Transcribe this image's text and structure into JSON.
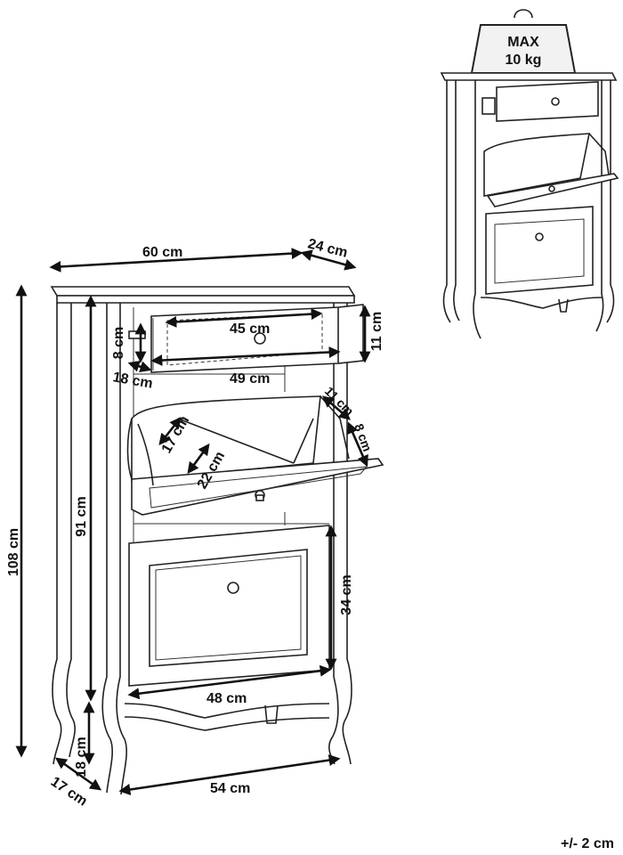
{
  "dimensions": {
    "width": "60 cm",
    "depth": "24 cm",
    "height": "108 cm",
    "body_height": "91 cm",
    "leg_height": "18 cm",
    "foot_depth": "17 cm",
    "bottom_width": "54 cm",
    "inner_width": "48 cm",
    "door_height": "34 cm",
    "drawer_inner_width": "45 cm",
    "drawer_outer_width": "49 cm",
    "drawer_depth": "18 cm",
    "drawer_inner_height": "8 cm",
    "drawer_height": "11 cm",
    "shelf_depth_upper": "17 cm",
    "shelf_depth_lower": "22 cm",
    "flap_a": "11 cm",
    "flap_b": "8 cm"
  },
  "weight_badge": {
    "line1": "MAX",
    "line2": "10 kg"
  },
  "tolerance": "+/- 2 cm"
}
